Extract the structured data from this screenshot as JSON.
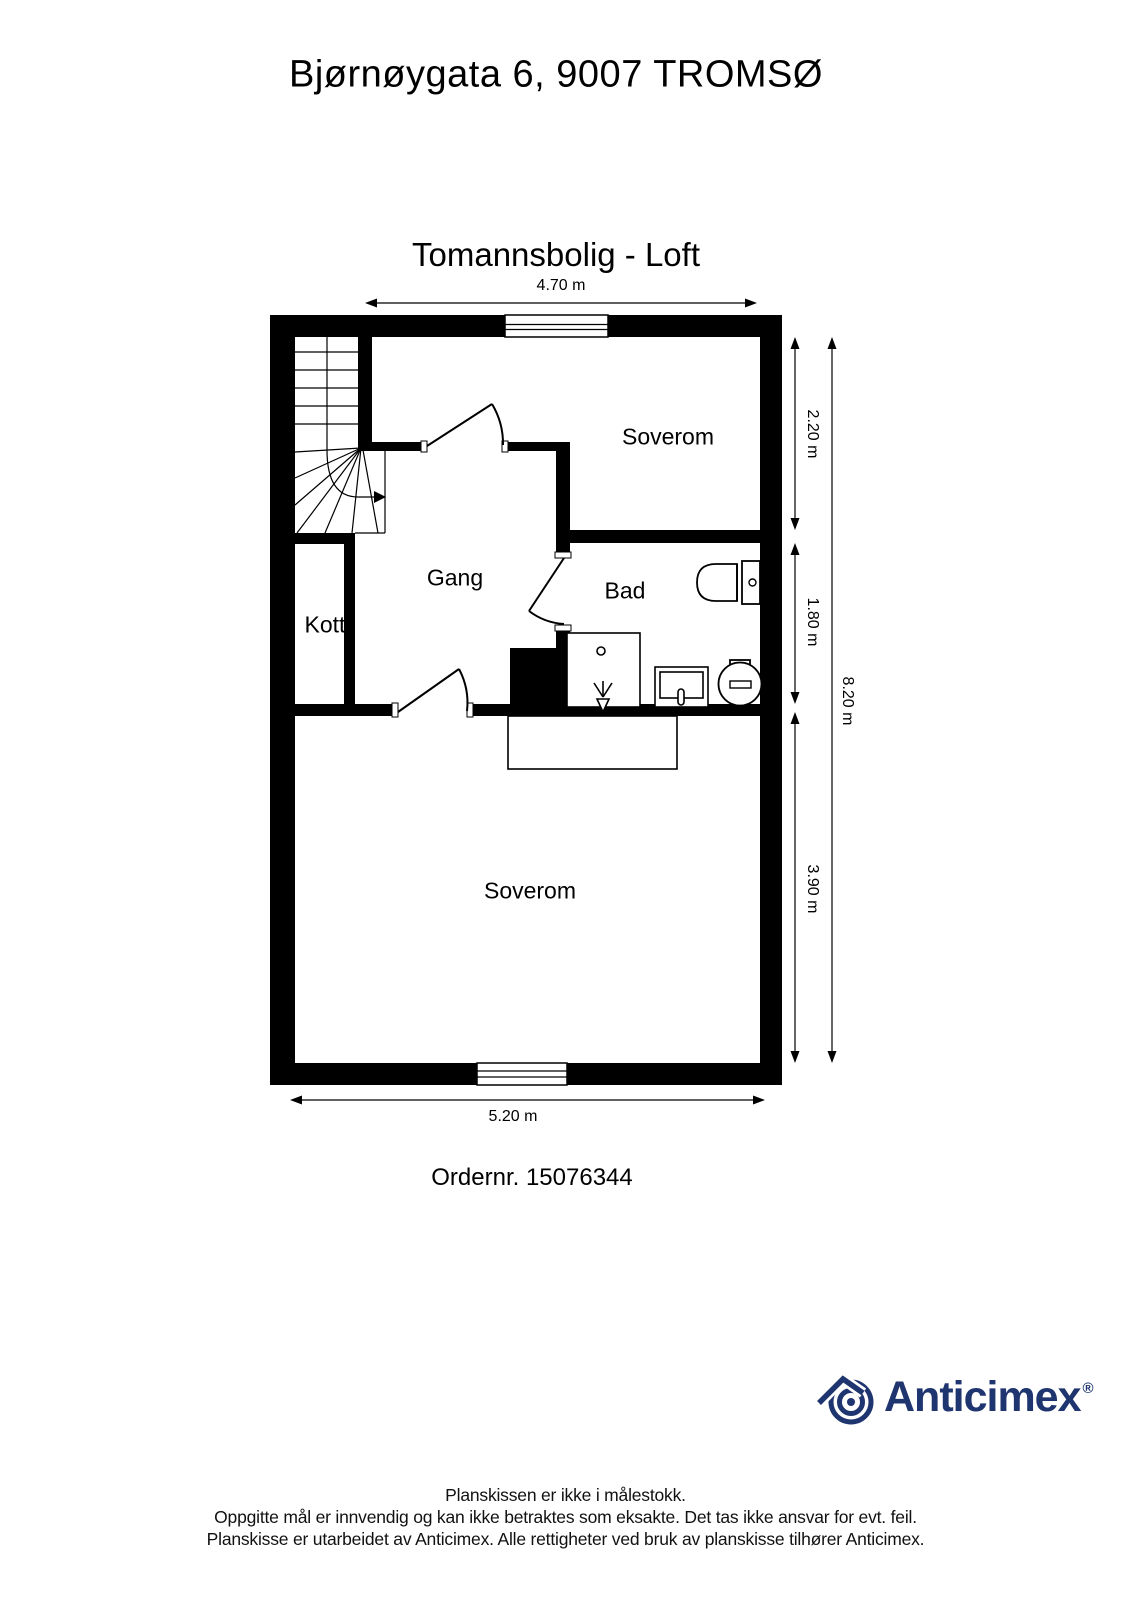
{
  "header": {
    "title": "Bjørnøygata 6, 9007 TROMSØ"
  },
  "plan": {
    "subtitle": "Tomannsbolig - Loft",
    "rooms": [
      {
        "name": "soverom-top",
        "label": "Soverom"
      },
      {
        "name": "gang",
        "label": "Gang"
      },
      {
        "name": "bad",
        "label": "Bad"
      },
      {
        "name": "kott",
        "label": "Kott"
      },
      {
        "name": "soverom-bottom",
        "label": "Soverom"
      }
    ],
    "dimensions": {
      "top_width": "4.70 m",
      "bottom_width": "5.20 m",
      "right_segment_1": "2.20 m",
      "right_segment_2": "1.80 m",
      "right_segment_3": "3.90 m",
      "right_total": "8.20 m"
    },
    "fixtures": [
      "stairs",
      "toilet",
      "shower",
      "sink",
      "water-heater",
      "wardrobe"
    ],
    "order_number": "Ordernr. 15076344"
  },
  "branding": {
    "logo_text": "Anticimex",
    "registered_mark": "®",
    "logo_color": "#1f356f"
  },
  "footer": {
    "line1": "Planskissen er ikke i målestokk.",
    "line2": "Oppgitte mål er innvendig og kan ikke betraktes som eksakte. Det tas ikke ansvar for evt. feil.",
    "line3": "Planskisse er utarbeidet av Anticimex. Alle rettigheter ved bruk av planskisse tilhører Anticimex."
  }
}
